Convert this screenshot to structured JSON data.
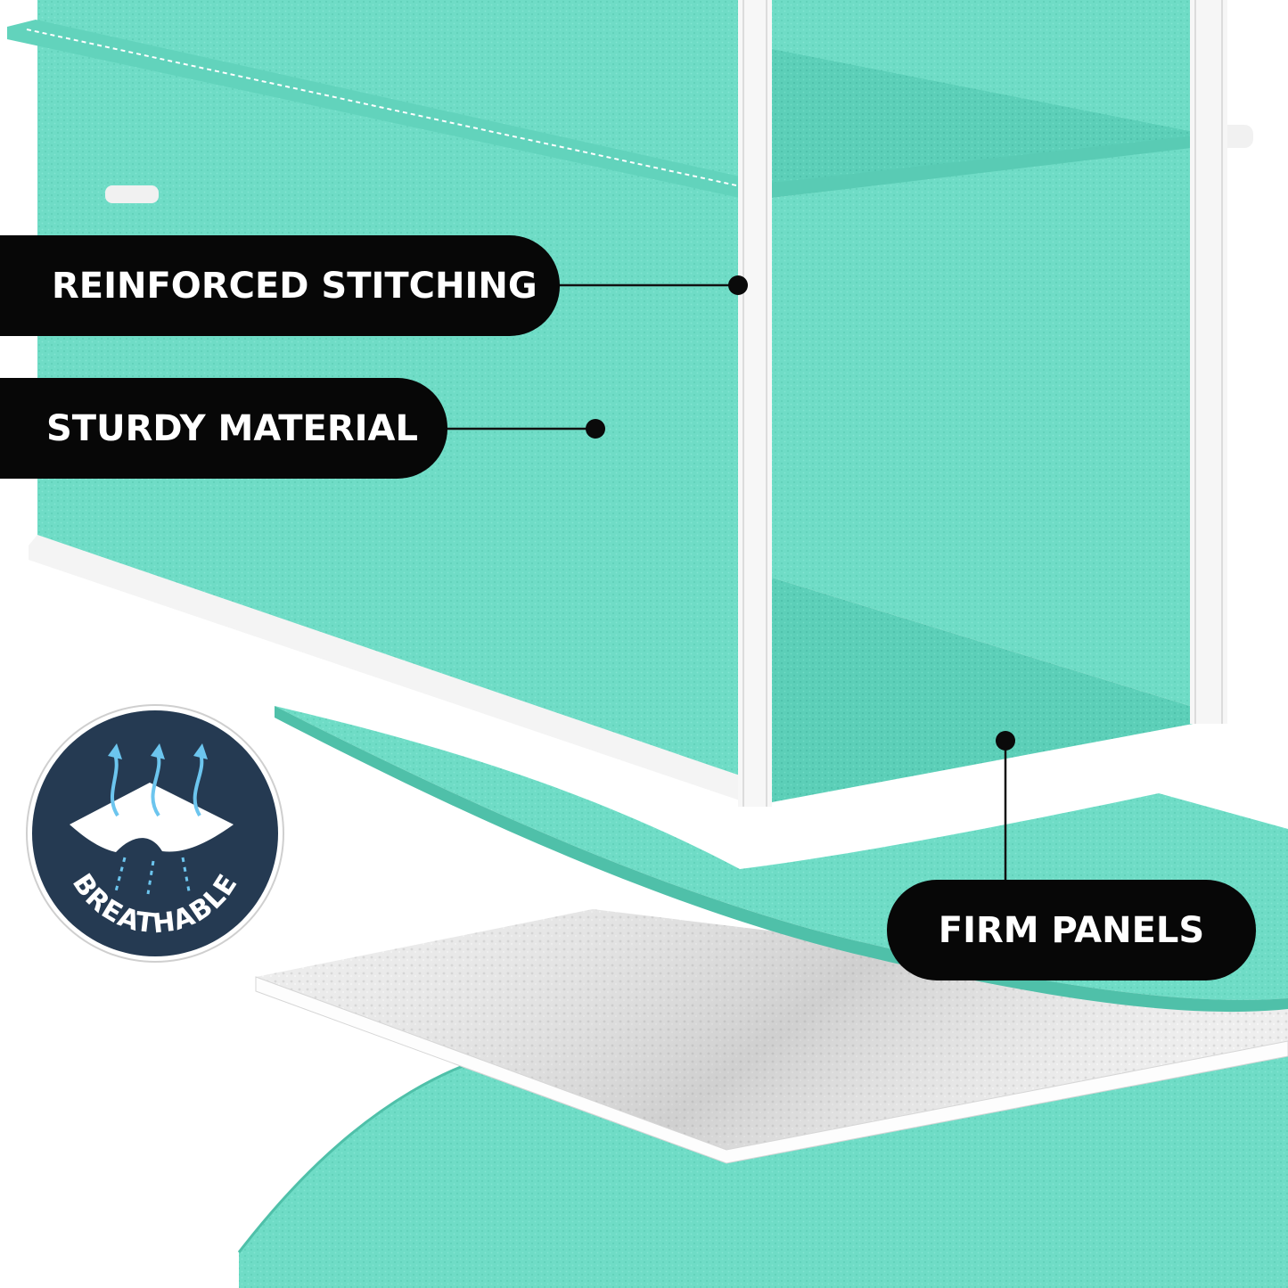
{
  "callouts": {
    "reinforced_stitching": "REINFORCED STITCHING",
    "sturdy_material": "STURDY MATERIAL",
    "firm_panels": "FIRM PANELS"
  },
  "badge": {
    "label": "BREATHABLE",
    "icon": "breathable-airflow-icon"
  },
  "colors": {
    "fabric": "#6fdcc6",
    "fabric_dark": "#55c9b2",
    "fabric_light": "#8ae8d5",
    "badge_navy": "#253a52",
    "callout_black": "#070707",
    "badge_arrow_blue": "#6cc5ee"
  }
}
